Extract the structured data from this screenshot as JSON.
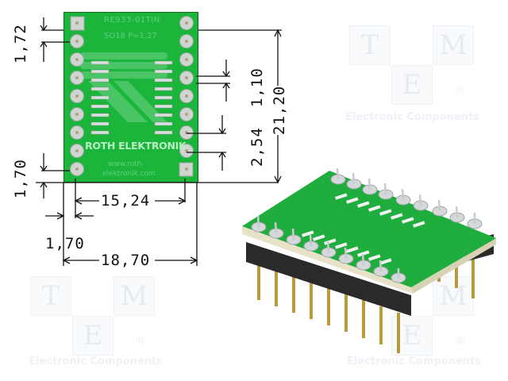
{
  "watermark": {
    "letters": [
      "T",
      "M",
      "E"
    ],
    "registered": "®",
    "tagline": "Electronic Components"
  },
  "pcb": {
    "label_top": "RE933-01TIN",
    "label_package": "SO18 P=1,27",
    "brand": "ROTH ELEKTRONIK",
    "url_line1": "www.roth-",
    "url_line2": "elektronik.com",
    "color": "#19b43c",
    "pins_per_side": 9
  },
  "dimensions": {
    "top_pin_offset": "1,72",
    "bottom_pin_offset": "1,70",
    "pad_height": "1,10",
    "pin_pitch": "2,54",
    "total_height": "21,20",
    "row_spacing": "15,24",
    "side_offset": "1,70",
    "total_width": "18,70"
  }
}
